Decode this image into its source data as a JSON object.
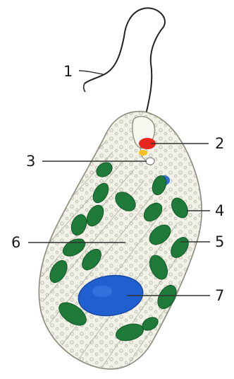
{
  "diagram": {
    "labels": [
      "1",
      "2",
      "3",
      "4",
      "5",
      "6",
      "7"
    ]
  },
  "colors": {
    "background": "#ffffff",
    "cell_fill": "#f2f1e8",
    "cell_outline": "#8a8a7a",
    "chloroplast": "#1f7a3a",
    "chloroplast_dark": "#0f5a26",
    "nucleus": "#1f5fd0",
    "eyespot": "#e8261c",
    "contractile_vacuole": "#2f6ed6",
    "flagellum": "#222222",
    "leader_line": "#333333"
  }
}
